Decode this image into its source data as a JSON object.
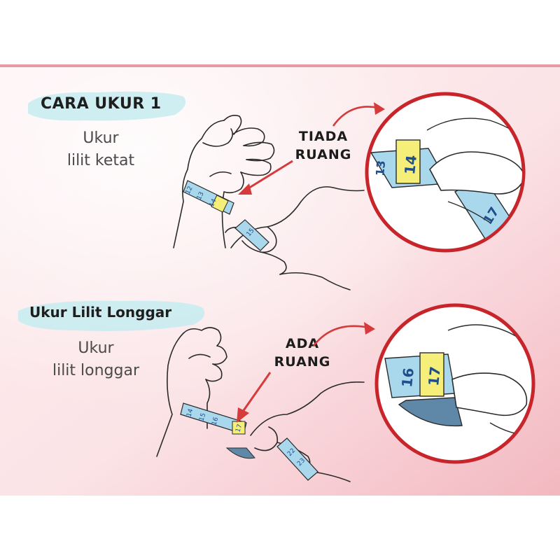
{
  "section1": {
    "heading": "CARA UKUR 1",
    "desc_line1": "Ukur",
    "desc_line2": "lilit ketat",
    "callout_line1": "TIADA",
    "callout_line2": "RUANG"
  },
  "section2": {
    "heading": "Ukur Lilit Longgar",
    "desc_line1": "Ukur",
    "desc_line2": "lilit longgar",
    "callout_line1": "ADA",
    "callout_line2": "RUANG"
  },
  "tape1": {
    "wrist_marks": [
      "12",
      "13",
      "14",
      "15"
    ],
    "zoom_marks": [
      "13",
      "14",
      "17"
    ]
  },
  "tape2": {
    "wrist_marks": [
      "14",
      "15",
      "16",
      "17",
      "22",
      "23"
    ],
    "zoom_marks": [
      "16",
      "17"
    ]
  },
  "colors": {
    "background_top": "#fdecee",
    "background_bottom": "#f6c4cb",
    "brush_stroke": "#c9ecef",
    "tape_blue": "#a9d7ec",
    "tape_yellow": "#f5ee78",
    "arrow_red": "#d63a3a",
    "circle_red": "#c8252b"
  },
  "icons": [
    "measuring-tape-icon",
    "hand-icon",
    "arrow-icon"
  ]
}
